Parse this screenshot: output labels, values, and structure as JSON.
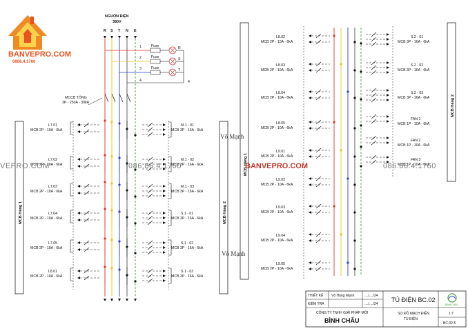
{
  "logo": {
    "brand": "BANVEPRO.COM",
    "phone": "0868.4.1760"
  },
  "supply": {
    "title": "NGUỒN ĐIỆN",
    "voltage": "380V",
    "phases": [
      "R",
      "S",
      "T",
      "N",
      "E"
    ],
    "wire_numbers": [
      "1",
      "2",
      "3",
      "4"
    ],
    "right_wire_number": "4",
    "fuse_label": "Fuse",
    "lamps": [
      "R",
      "S",
      "T"
    ]
  },
  "main_breaker": {
    "name": "MCCB TỔNG",
    "spec": "3P - 250A - 30kA"
  },
  "watermarks": {
    "left": "VEPRO.COM",
    "phone1": "086.86.4.1760",
    "mid": "BANVEPRO.COM",
    "phone2": "086.86.4.1760"
  },
  "signatures": [
    "Võ Mạnh",
    "Võ Mạnh"
  ],
  "left_panel": {
    "row1_label": "MCB Hàng 1",
    "row2_label": "MCB Hàng 2",
    "left_breakers": [
      {
        "name": "L7.01",
        "spec": "MCB 2P - 10A - 6kA"
      },
      {
        "name": "L7.02",
        "spec": "MCB 2P - 10A - 6kA"
      },
      {
        "name": "L7.03",
        "spec": "MCB 2P - 10A - 6kA"
      },
      {
        "name": "L7.04",
        "spec": "MCB 2P - 10A - 6kA"
      },
      {
        "name": "L7.05",
        "spec": "MCB 2P - 10A - 6kA"
      },
      {
        "name": "L8.01",
        "spec": "MCB 2P - 10A - 6kA"
      }
    ],
    "right_breakers": [
      {
        "name": "M.1 - 01",
        "spec": "MCB 3P - 16A - 6kA"
      },
      {
        "name": "M.1 - 02",
        "spec": "MCB 3P - 16A - 6kA"
      },
      {
        "name": "M.1 - 03",
        "spec": "MCB 3P - 16A - 6kA"
      },
      {
        "name": "S.1 - 01",
        "spec": "MCB 3P - 16A - 6kA"
      },
      {
        "name": "S.1 - 02",
        "spec": "MCB 3P - 16A - 6kA"
      },
      {
        "name": "S.1 - 03",
        "spec": "MCB 3P - 16A - 6kA"
      }
    ]
  },
  "right_panel": {
    "row1_label": "MCB Hàng 1",
    "row2_label": "MCB Hàng 2",
    "left_breakers": [
      {
        "name": "L8.02",
        "spec": "MCB 2P - 10A - 6kA"
      },
      {
        "name": "L8.03",
        "spec": "MCB 2P - 10A - 6kA"
      },
      {
        "name": "L8.04",
        "spec": "MCB 2P - 10A - 6kA"
      },
      {
        "name": "L8.05",
        "spec": "MCB 2P - 10A - 6kA"
      },
      {
        "name": "L9.01",
        "spec": "MCB 2P - 10A - 6kA"
      },
      {
        "name": "L9.02",
        "spec": "MCB 2P - 10A - 6kA"
      },
      {
        "name": "L9.03",
        "spec": "MCB 2P - 10A - 6kA"
      },
      {
        "name": "L9.04",
        "spec": "MCB 2P - 10A - 6kA"
      },
      {
        "name": "L9.05",
        "spec": "MCB 2P - 10A - 6kA"
      }
    ],
    "right_breakers": [
      {
        "name": "S.2 - 01",
        "spec": "MCB 3P - 16A - 6kA"
      },
      {
        "name": "S.2 - 02",
        "spec": "MCB 3P - 16A - 6kA"
      },
      {
        "name": "S.2 - 03",
        "spec": "MCB 3P - 16A - 6kA"
      },
      {
        "name": "FAN 1",
        "spec": "MCB 1P - 10A - 6kA"
      },
      {
        "name": "FAN 2",
        "spec": "MCB 1P - 10A - 6kA"
      },
      {
        "name": "FAN 3",
        "spec": "MCB 1P - 10A - 6kA"
      }
    ]
  },
  "title_block": {
    "design_label": "THIẾT KẾ",
    "designer": "Võ Hùng Mạnh",
    "design_date": "..../..../24",
    "check_label": "KIỂM TRA",
    "check_date": "..../..../24",
    "company": "CÔNG TY TNHH GIẢI PHÁP MỚI",
    "company_name": "BÌNH CHÂU",
    "drawing_title": "TỦ ĐIỆN BC.02",
    "sheet_title_1": "SƠ ĐỒ MẠCH ĐIỆN",
    "sheet_title_2": "TỦ ĐIỆN",
    "scale": "1:7",
    "drawing_no": "BC.02-5",
    "small_logo_text": "BÌNH CHÂU"
  },
  "colors": {
    "R": "#e4322b",
    "S": "#e9c21d",
    "T": "#2a3fd0",
    "N": "#1a1a1a",
    "E": "#3f9b3a",
    "logo": "#e8531f"
  }
}
